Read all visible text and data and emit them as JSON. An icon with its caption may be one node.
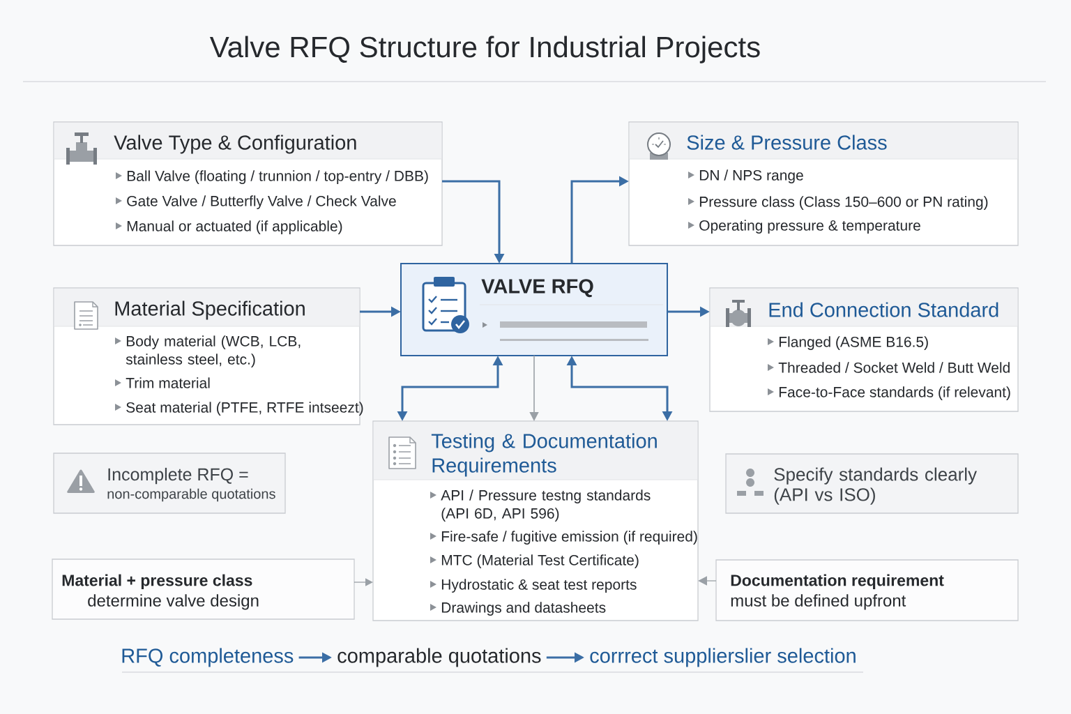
{
  "diagram": {
    "title": "Valve RFQ Structure for Industrial Projects",
    "nodes": [
      {
        "text": [
          "Valve Type & Configuration",
          "Ball Valve (floating / trunnion / top-entry / DBB)",
          "Gate Valve / Butterfly Valve / Check Valve",
          "Manual or actuated (if applicable)"
        ]
      },
      {
        "text": [
          "Size & Pressure Class",
          "DN / NPS range",
          "Pressure class (Class 150–600 or PN rating)",
          "Operating pressure & temperature"
        ]
      },
      {
        "text": [
          "VALVE RFQ"
        ]
      },
      {
        "text": [
          "Material Specification",
          "Body material (WCB, LCB, stainless steel, etc.)",
          "Trim material",
          "Seat material (PTFE, RTFE intseezt)"
        ]
      },
      {
        "text": [
          "End Connection Standard",
          "Flanged (ASME B16.5)",
          "Threaded / Socket Weld / Butt Weld",
          "Face-to-Face standards (if relevant)"
        ]
      },
      {
        "text": [
          "Testing & Documentation Requirements",
          "API / Pressure testng standards (API 6D, API 596)",
          "Fire-safe / fugitive emission (if required)",
          "MTC (Material Test Certificate)",
          "Hydrostatic & seat test reports",
          "Drawings and datasheets"
        ]
      },
      {
        "text": [
          "Incomplete RFQ =",
          "non-comparable quotations"
        ]
      },
      {
        "text": [
          "Specify standards clearly (API vs ISO)"
        ]
      },
      {
        "text": [
          "Material + pressure class",
          "determine valve design"
        ]
      },
      {
        "text": [
          "Documentation requirement",
          "must be defined upfront"
        ]
      },
      {
        "text": [
          "RFQ completeness"
        ]
      },
      {
        "text": [
          "comparable quotations"
        ]
      },
      {
        "text": [
          "corrrect supplierslier selection"
        ]
      }
    ],
    "edges": [
      {
        "from": 0,
        "to": 2,
        "arrow": "to"
      },
      {
        "from": 2,
        "to": 1,
        "arrow": "to"
      },
      {
        "from": 3,
        "to": 2,
        "arrow": "to"
      },
      {
        "from": 2,
        "to": 4,
        "arrow": "to"
      },
      {
        "from": 2,
        "to": 5,
        "arrow": "both"
      },
      {
        "from": 2,
        "to": 5,
        "arrow": "both"
      },
      {
        "from": 2,
        "to": 5,
        "arrow": "to",
        "color": "#9aa0a6"
      },
      {
        "from": 8,
        "to": 5,
        "arrow": "to",
        "color": "#9aa0a6"
      },
      {
        "from": 9,
        "to": 5,
        "arrow": "to",
        "color": "#9aa0a6"
      },
      {
        "from": 10,
        "to": 11,
        "arrow": "to"
      },
      {
        "from": 11,
        "to": 12,
        "arrow": "to"
      }
    ]
  }
}
